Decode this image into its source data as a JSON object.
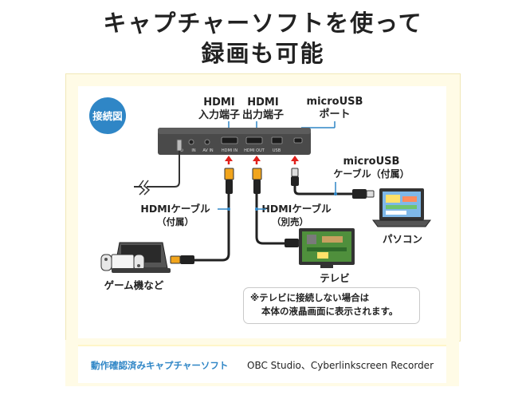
{
  "title": {
    "line1": "キャプチャーソフトを使って",
    "line2": "録画も可能"
  },
  "diagram": {
    "badge": "接続図",
    "port_labels": {
      "hdmi_in": [
        "HDMI",
        "入力端子"
      ],
      "hdmi_out": [
        "HDMI",
        "出力端子"
      ],
      "micro_usb": [
        "microUSB",
        "ポート"
      ]
    },
    "device_port_text": [
      "⏻",
      "IN",
      "AV IN",
      "HDMI IN",
      "HDMI OUT",
      "USB"
    ],
    "cables": {
      "micro_usb_cable": [
        "microUSB",
        "ケーブル（付属）"
      ],
      "hdmi_cable_included": [
        "HDMIケーブル",
        "（付属）"
      ],
      "hdmi_cable_sold_separately": [
        "HDMIケーブル",
        "（別売）"
      ]
    },
    "devices": {
      "pc": "パソコン",
      "game": "ゲーム機など",
      "tv": "テレビ"
    },
    "note": {
      "line1": "※テレビに接続しない場合は",
      "line2": "本体の液晶画面に表示されます。"
    },
    "colors": {
      "accent_blue": "#2f86c6",
      "arrow_red": "#e0201b",
      "panel_yellow": "#fffbe6",
      "device_gray": "#4a4a4a"
    }
  },
  "footer": {
    "label": "動作確認済みキャプチャーソフト",
    "value": "OBC Studio、Cyberlinkscreen Recorder"
  }
}
